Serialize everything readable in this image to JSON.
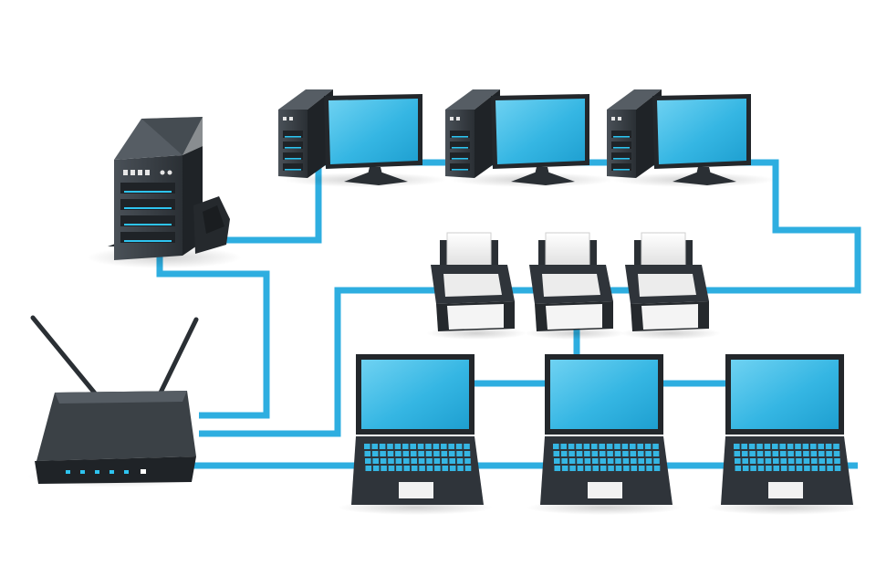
{
  "diagram": {
    "type": "network-topology",
    "colors": {
      "cable": "#2eaee0",
      "cable_edge": "#1b8fbf",
      "screen": "#35b6e3",
      "screen_highlight": "#6fd2f2",
      "device_body": "#2f343a",
      "device_dark": "#1f2327",
      "device_light": "#4a5158",
      "led": "#2ec4f0",
      "paper": "#f2f2f2",
      "background": "#ffffff"
    },
    "devices": [
      {
        "id": "server",
        "kind": "server",
        "icon": "server-icon"
      },
      {
        "id": "router",
        "kind": "router",
        "icon": "wireless-router-icon"
      },
      {
        "id": "desktop-1",
        "kind": "desktop",
        "icon": "desktop-computer-icon"
      },
      {
        "id": "desktop-2",
        "kind": "desktop",
        "icon": "desktop-computer-icon"
      },
      {
        "id": "desktop-3",
        "kind": "desktop",
        "icon": "desktop-computer-icon"
      },
      {
        "id": "printer-1",
        "kind": "printer",
        "icon": "printer-icon"
      },
      {
        "id": "printer-2",
        "kind": "printer",
        "icon": "printer-icon"
      },
      {
        "id": "printer-3",
        "kind": "printer",
        "icon": "printer-icon"
      },
      {
        "id": "laptop-1",
        "kind": "laptop",
        "icon": "laptop-icon"
      },
      {
        "id": "laptop-2",
        "kind": "laptop",
        "icon": "laptop-icon"
      },
      {
        "id": "laptop-3",
        "kind": "laptop",
        "icon": "laptop-icon"
      }
    ],
    "connections": [
      {
        "from": "server",
        "to": "desktop-1"
      },
      {
        "from": "desktop-1",
        "to": "desktop-2"
      },
      {
        "from": "desktop-2",
        "to": "desktop-3"
      },
      {
        "from": "desktop-3",
        "to": "printer-3"
      },
      {
        "from": "printer-1",
        "to": "printer-2"
      },
      {
        "from": "printer-2",
        "to": "printer-3"
      },
      {
        "from": "server",
        "to": "router"
      },
      {
        "from": "router",
        "to": "printer-1"
      },
      {
        "from": "router",
        "to": "laptop-1"
      },
      {
        "from": "laptop-1",
        "to": "laptop-2"
      },
      {
        "from": "laptop-2",
        "to": "laptop-3"
      },
      {
        "from": "printer-2",
        "to": "laptop-2"
      }
    ]
  }
}
